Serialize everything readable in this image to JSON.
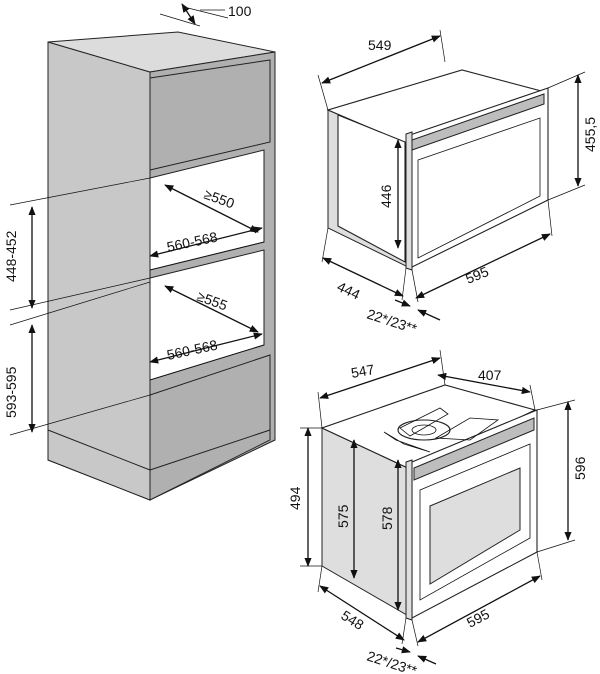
{
  "cabinet": {
    "top_depth": "100",
    "niche_upper_depth": "≥550",
    "niche_upper_width": "560-568",
    "niche_lower_depth": "≥555",
    "niche_lower_width": "560-568",
    "height_upper": "448-452",
    "height_lower": "593-595"
  },
  "compact_appliance": {
    "width_top": "549",
    "height_right": "455,5",
    "front_height": "446",
    "depth": "444",
    "width_bottom": "595",
    "door_offset": "22*/23**"
  },
  "oven_appliance": {
    "width_top": "547",
    "top_inner": "407",
    "height_right": "596",
    "body_height": "494",
    "inner_height": "575",
    "front_height": "578",
    "depth": "548",
    "width_bottom": "595",
    "door_offset": "22*/23**"
  },
  "arrow_markers": [
    "arrowhead",
    "arrowtail"
  ]
}
